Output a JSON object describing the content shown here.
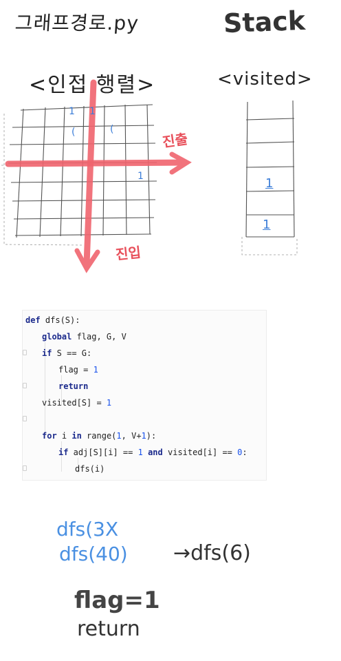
{
  "title": "그래프경로.py",
  "stack_title": "Stack",
  "adj_label": "<인접 행렬>",
  "visited_label": "<visited>",
  "exit_label": "진출",
  "enter_label": "진입",
  "matrix_marks": [
    "1",
    "1",
    "(",
    "(",
    "1"
  ],
  "visited_marks": [
    "1",
    "1"
  ],
  "code": {
    "lines": [
      {
        "parts": [
          {
            "t": "def",
            "c": "kw"
          },
          {
            "t": " dfs(S):",
            "c": ""
          }
        ]
      },
      {
        "parts": [
          {
            "t": "global",
            "c": "kw"
          },
          {
            "t": " flag, G, V",
            "c": ""
          }
        ]
      },
      {
        "parts": [
          {
            "t": "if",
            "c": "kw"
          },
          {
            "t": " S == G:",
            "c": ""
          }
        ]
      },
      {
        "parts": [
          {
            "t": "flag = ",
            "c": ""
          },
          {
            "t": "1",
            "c": "num"
          }
        ]
      },
      {
        "parts": [
          {
            "t": "return",
            "c": "kw"
          }
        ]
      },
      {
        "parts": [
          {
            "t": "visited[S] = ",
            "c": ""
          },
          {
            "t": "1",
            "c": "num"
          }
        ]
      },
      {
        "parts": []
      },
      {
        "parts": [
          {
            "t": "for",
            "c": "kw"
          },
          {
            "t": " i ",
            "c": ""
          },
          {
            "t": "in",
            "c": "kw"
          },
          {
            "t": " range(",
            "c": ""
          },
          {
            "t": "1",
            "c": "num"
          },
          {
            "t": ", V+",
            "c": ""
          },
          {
            "t": "1",
            "c": "num"
          },
          {
            "t": "):",
            "c": ""
          }
        ]
      },
      {
        "parts": [
          {
            "t": "if",
            "c": "kw"
          },
          {
            "t": " adj[S][i] == ",
            "c": ""
          },
          {
            "t": "1",
            "c": "num"
          },
          {
            "t": " ",
            "c": ""
          },
          {
            "t": "and",
            "c": "kw"
          },
          {
            "t": " visited[i] == ",
            "c": ""
          },
          {
            "t": "0",
            "c": "num"
          },
          {
            "t": ":",
            "c": ""
          }
        ]
      },
      {
        "parts": [
          {
            "t": "dfs(i)",
            "c": ""
          }
        ]
      }
    ]
  },
  "notes": {
    "n1": "dfs(3X",
    "n2": "dfs(40)",
    "n3": "→dfs(6)",
    "n4": "flag=1",
    "n5": "return"
  },
  "colors": {
    "accent_red": "#e8505b",
    "note_blue": "#4a90e2",
    "keyword": "#1b2a8c",
    "number": "#1750eb"
  }
}
